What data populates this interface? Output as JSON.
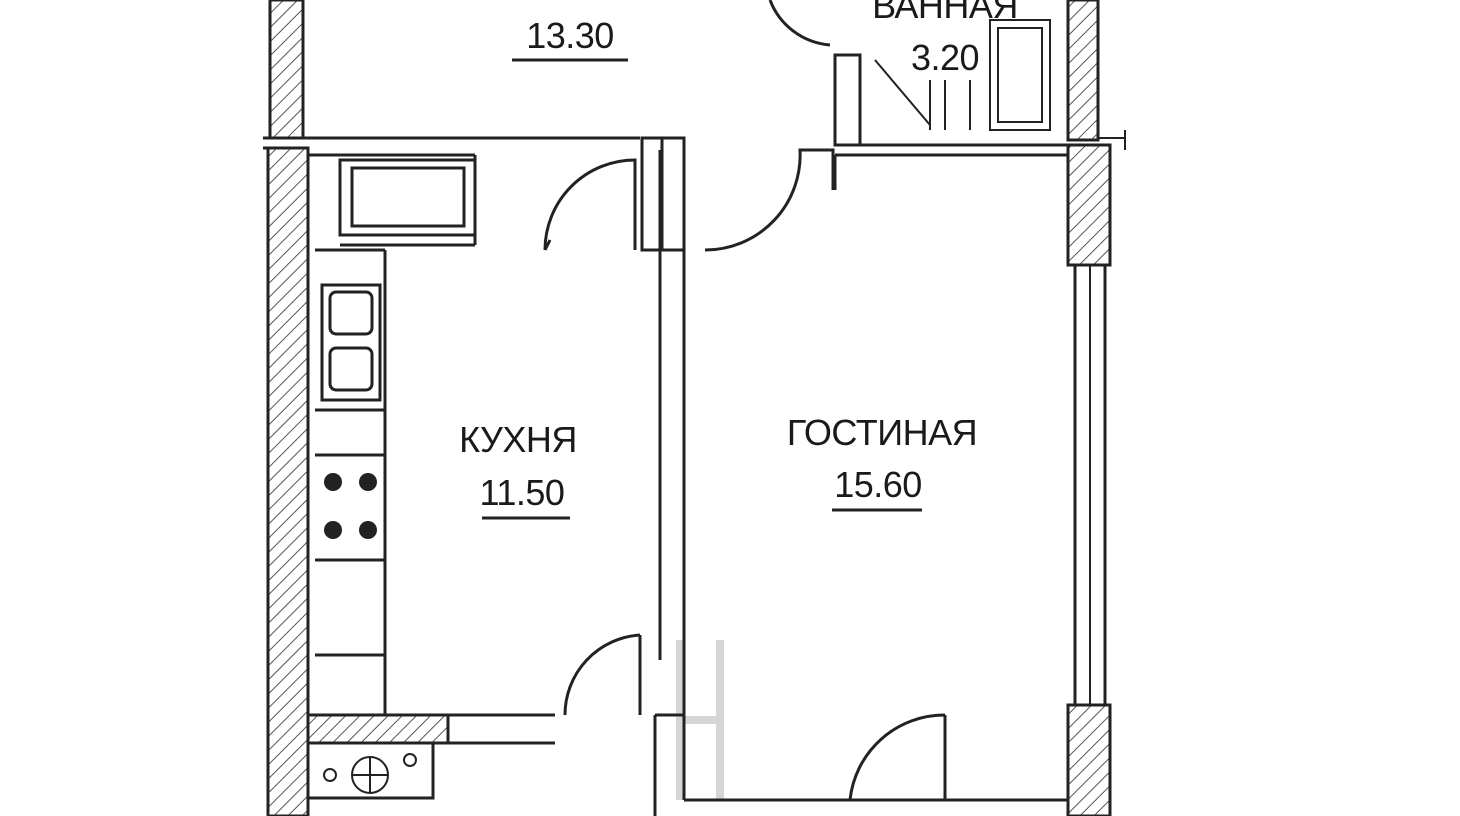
{
  "rooms": [
    {
      "id": "top-room",
      "name": "",
      "area": "13.30"
    },
    {
      "id": "bathroom",
      "name": "ВАННАЯ",
      "area": "3.20"
    },
    {
      "id": "kitchen",
      "name": "КУХНЯ",
      "area": "11.50"
    },
    {
      "id": "living-room",
      "name": "ГОСТИНАЯ",
      "area": "15.60"
    }
  ],
  "colors": {
    "wall_line": "#222222",
    "hatch": "#444444",
    "background": "#ffffff",
    "watermark": "#d0d0d0"
  }
}
